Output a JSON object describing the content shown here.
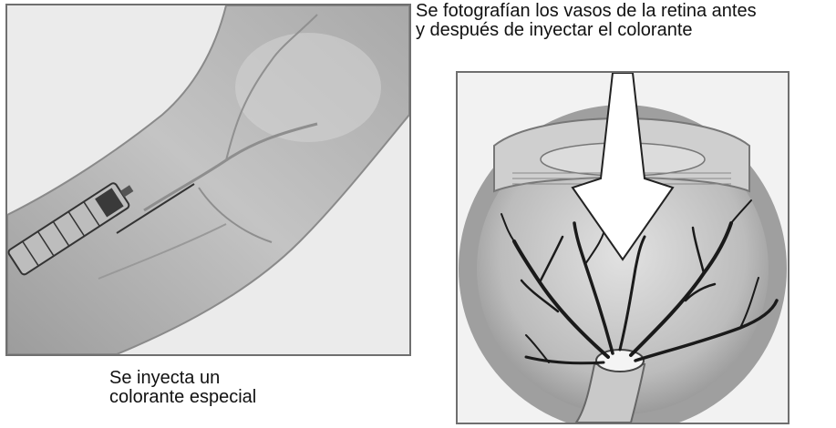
{
  "caption_left": {
    "line1": "Se inyecta un",
    "line2": "colorante especial"
  },
  "caption_right": {
    "line1": "Se fotografían los vasos de la retina antes",
    "line2": "y después de inyectar el colorante"
  },
  "colors": {
    "frame": "#6f6f6f",
    "skin": "#b9b9b9",
    "vessels": "#1a1a1a",
    "arrow_fill": "#ffffff"
  },
  "icons": [
    "arm-illustration",
    "syringe-icon",
    "eye-cross-section",
    "down-arrow-icon"
  ]
}
